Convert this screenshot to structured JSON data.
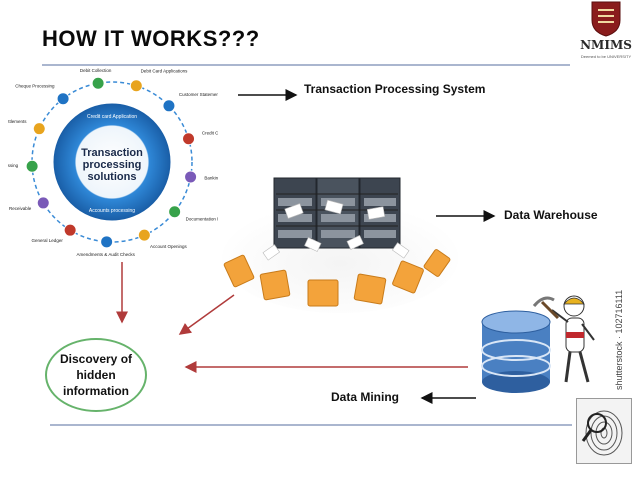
{
  "slide": {
    "title": "HOW IT WORKS???",
    "labels": {
      "tps": "Transaction Processing System",
      "data_warehouse": "Data Warehouse",
      "data_mining": "Data Mining"
    },
    "discovery_lines": [
      "Discovery of",
      "hidden",
      "information"
    ],
    "logo": {
      "text": "NMIMS",
      "sub": "Deemed to be UNIVERSITY"
    },
    "stock_watermark": "shutterstock · 102716111",
    "wheel": {
      "center_lines": [
        "Transaction",
        "processing",
        "solutions"
      ],
      "ring_labels": [
        "Credit card Application",
        "Accounts processing"
      ],
      "nodes": [
        "Debit Collection",
        "Debit Card Applications",
        "Customer Statement",
        "Credit Card Application F",
        "Banking & Treasury Reconciliation",
        "Documentation Management",
        "Account Openings",
        "Amendments & Audit Checks",
        "General Ledger",
        "Accounts Receivable",
        "Claims Processing",
        "Clearing and Settlements",
        "Cheque Processing"
      ]
    }
  },
  "colors": {
    "rule": "#aab6cf",
    "wheel_blue": "#1f73c4",
    "discovery_border": "#66b36b",
    "red_arrow": "#b03b3b",
    "folder": "#f3a33b"
  }
}
